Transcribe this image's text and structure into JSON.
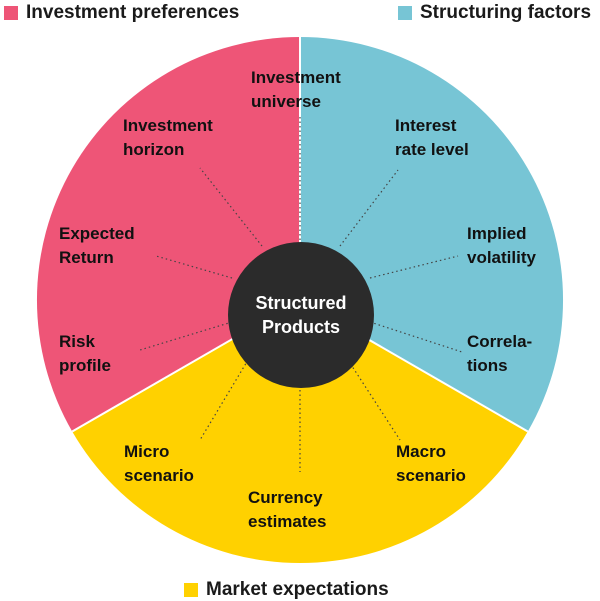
{
  "legend": {
    "investment_preferences": {
      "label": "Investment preferences",
      "color": "#ee5577"
    },
    "structuring_factors": {
      "label": "Structuring factors",
      "color": "#77c5d5"
    },
    "market_expectations": {
      "label": "Market expectations",
      "color": "#ffd100"
    }
  },
  "center": {
    "label": "Structured\nProducts",
    "color": "#2b2b2b"
  },
  "segments": {
    "investment_preferences": [
      "Investment\nuniverse",
      "Investment\nhorizon",
      "Expected\nReturn",
      "Risk\nprofile"
    ],
    "structuring_factors": [
      "Interest\nrate level",
      "Implied\nvolatility",
      "Correla-\ntions"
    ],
    "market_expectations": [
      "Micro\nscenario",
      "Currency\nestimates",
      "Macro\nscenario"
    ]
  }
}
